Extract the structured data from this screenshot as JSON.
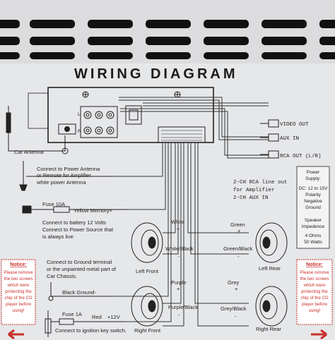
{
  "title": "WIRING DIAGRAM",
  "antenna": {
    "car_antenna": "Car Antenna"
  },
  "outputs": {
    "video_out": "VIDEO OUT",
    "aux_in": "AUX IN",
    "rca_out": "RCA OUT (L/R)"
  },
  "power_antenna": {
    "lines": [
      "Connect to Power Antenna",
      "or Remote for Amplifier",
      "white power Antenna"
    ]
  },
  "memory": {
    "fuse": "Fuse 10A",
    "wire": "Yellow Memory+",
    "lines": [
      "Connect to Power Source that",
      "is always live"
    ],
    "battery_volts": "Connect to battery 12 Volts"
  },
  "ground": {
    "lines": [
      "Connect to Ground terminal",
      "or the unpainted metal part of",
      "Car Chassis."
    ],
    "wire": "Black Ground-"
  },
  "ignition": {
    "fuse": "Fuse 1A",
    "wire": "Red",
    "voltage": "+12V",
    "text": "Connect to ignition key switch."
  },
  "rca_line": [
    "2-CH RCA line out",
    "for Amplifier",
    "2-CH AUX IN"
  ],
  "power_supply": {
    "lines": [
      "Power",
      "Supply:",
      "DC: 12 to 15V",
      "Polarity",
      "Negative",
      "Ground"
    ],
    "impedance": [
      "Speaker",
      "Impedence",
      "4  Ohms",
      "50 Watts"
    ]
  },
  "speakers": {
    "left_front": "Left Front",
    "left_rear": "Left Rear",
    "right_front": "Right Front",
    "right_rear": "Right Rear"
  },
  "wire_labels": {
    "white": "White",
    "white_black": "White/Black",
    "green": "Green",
    "green_black": "Green/Black",
    "purple": "Purple",
    "purple_black": "Purple/Black",
    "grey": "Grey",
    "grey_black": "Grey/Black",
    "plus": "+",
    "minus": "-"
  },
  "notice": {
    "heading": "Notice:",
    "lines": [
      "Please remove",
      "the two screws",
      "which were",
      "protecting the",
      "chip of the CD",
      "player before",
      "using!"
    ]
  },
  "rca_jacks": {
    "L": "L",
    "R": "R"
  },
  "colors": {
    "notice": "#c8302a",
    "panel": "#e9e9ea",
    "vent": "#111111"
  }
}
